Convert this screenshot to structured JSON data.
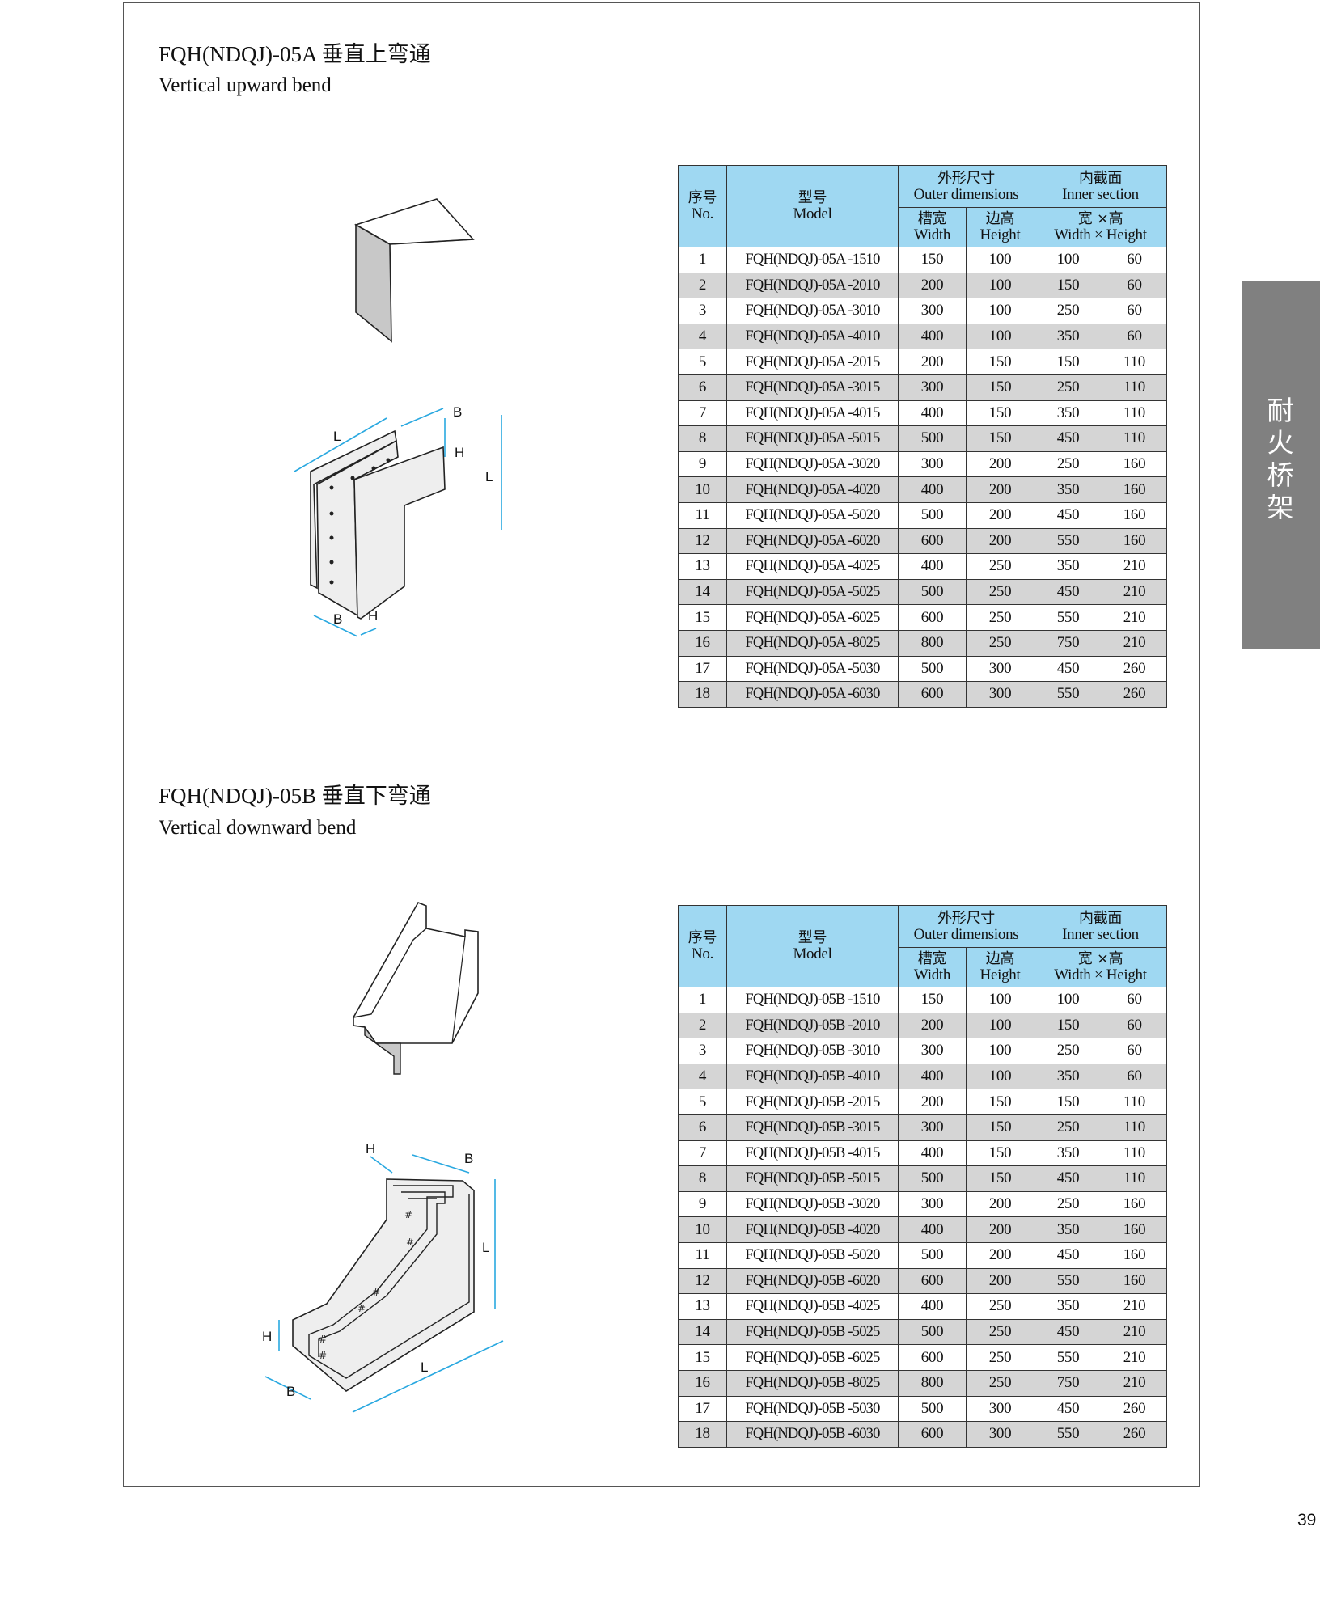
{
  "side_tab": "耐火桥架",
  "page_number": "39",
  "sections": [
    {
      "title": "FQH(NDQJ)-05A 垂直上弯通",
      "subtitle": "Vertical upward bend",
      "diagram_labels": [
        "L",
        "B",
        "H",
        "L",
        "B",
        "H"
      ]
    },
    {
      "title": "FQH(NDQJ)-05B 垂直下弯通",
      "subtitle": "Vertical downward bend",
      "diagram_labels": [
        "H",
        "B",
        "L",
        "H",
        "B",
        "L"
      ]
    }
  ],
  "table_header": {
    "no_cn": "序号",
    "no_en": "No.",
    "model_cn": "型号",
    "model_en": "Model",
    "outer_cn": "外形尺寸",
    "outer_en": "Outer dimensions",
    "width_cn": "槽宽",
    "width_en": "Width",
    "height_cn": "边高",
    "height_en": "Height",
    "inner_cn": "内截面",
    "inner_en": "Inner section",
    "wh_cn": "宽 ×高",
    "wh_en": "Width × Height"
  },
  "table_a": [
    {
      "no": "1",
      "model": "FQH(NDQJ)-05A -1510",
      "width": "150",
      "height": "100",
      "iw": "100",
      "ih": "60"
    },
    {
      "no": "2",
      "model": "FQH(NDQJ)-05A -2010",
      "width": "200",
      "height": "100",
      "iw": "150",
      "ih": "60"
    },
    {
      "no": "3",
      "model": "FQH(NDQJ)-05A -3010",
      "width": "300",
      "height": "100",
      "iw": "250",
      "ih": "60"
    },
    {
      "no": "4",
      "model": "FQH(NDQJ)-05A -4010",
      "width": "400",
      "height": "100",
      "iw": "350",
      "ih": "60"
    },
    {
      "no": "5",
      "model": "FQH(NDQJ)-05A -2015",
      "width": "200",
      "height": "150",
      "iw": "150",
      "ih": "110"
    },
    {
      "no": "6",
      "model": "FQH(NDQJ)-05A -3015",
      "width": "300",
      "height": "150",
      "iw": "250",
      "ih": "110"
    },
    {
      "no": "7",
      "model": "FQH(NDQJ)-05A -4015",
      "width": "400",
      "height": "150",
      "iw": "350",
      "ih": "110"
    },
    {
      "no": "8",
      "model": "FQH(NDQJ)-05A -5015",
      "width": "500",
      "height": "150",
      "iw": "450",
      "ih": "110"
    },
    {
      "no": "9",
      "model": "FQH(NDQJ)-05A -3020",
      "width": "300",
      "height": "200",
      "iw": "250",
      "ih": "160"
    },
    {
      "no": "10",
      "model": "FQH(NDQJ)-05A -4020",
      "width": "400",
      "height": "200",
      "iw": "350",
      "ih": "160"
    },
    {
      "no": "11",
      "model": "FQH(NDQJ)-05A -5020",
      "width": "500",
      "height": "200",
      "iw": "450",
      "ih": "160"
    },
    {
      "no": "12",
      "model": "FQH(NDQJ)-05A -6020",
      "width": "600",
      "height": "200",
      "iw": "550",
      "ih": "160"
    },
    {
      "no": "13",
      "model": "FQH(NDQJ)-05A -4025",
      "width": "400",
      "height": "250",
      "iw": "350",
      "ih": "210"
    },
    {
      "no": "14",
      "model": "FQH(NDQJ)-05A -5025",
      "width": "500",
      "height": "250",
      "iw": "450",
      "ih": "210"
    },
    {
      "no": "15",
      "model": "FQH(NDQJ)-05A -6025",
      "width": "600",
      "height": "250",
      "iw": "550",
      "ih": "210"
    },
    {
      "no": "16",
      "model": "FQH(NDQJ)-05A -8025",
      "width": "800",
      "height": "250",
      "iw": "750",
      "ih": "210"
    },
    {
      "no": "17",
      "model": "FQH(NDQJ)-05A -5030",
      "width": "500",
      "height": "300",
      "iw": "450",
      "ih": "260"
    },
    {
      "no": "18",
      "model": "FQH(NDQJ)-05A -6030",
      "width": "600",
      "height": "300",
      "iw": "550",
      "ih": "260"
    }
  ],
  "table_b": [
    {
      "no": "1",
      "model": "FQH(NDQJ)-05B -1510",
      "width": "150",
      "height": "100",
      "iw": "100",
      "ih": "60"
    },
    {
      "no": "2",
      "model": "FQH(NDQJ)-05B -2010",
      "width": "200",
      "height": "100",
      "iw": "150",
      "ih": "60"
    },
    {
      "no": "3",
      "model": "FQH(NDQJ)-05B -3010",
      "width": "300",
      "height": "100",
      "iw": "250",
      "ih": "60"
    },
    {
      "no": "4",
      "model": "FQH(NDQJ)-05B -4010",
      "width": "400",
      "height": "100",
      "iw": "350",
      "ih": "60"
    },
    {
      "no": "5",
      "model": "FQH(NDQJ)-05B -2015",
      "width": "200",
      "height": "150",
      "iw": "150",
      "ih": "110"
    },
    {
      "no": "6",
      "model": "FQH(NDQJ)-05B -3015",
      "width": "300",
      "height": "150",
      "iw": "250",
      "ih": "110"
    },
    {
      "no": "7",
      "model": "FQH(NDQJ)-05B -4015",
      "width": "400",
      "height": "150",
      "iw": "350",
      "ih": "110"
    },
    {
      "no": "8",
      "model": "FQH(NDQJ)-05B -5015",
      "width": "500",
      "height": "150",
      "iw": "450",
      "ih": "110"
    },
    {
      "no": "9",
      "model": "FQH(NDQJ)-05B -3020",
      "width": "300",
      "height": "200",
      "iw": "250",
      "ih": "160"
    },
    {
      "no": "10",
      "model": "FQH(NDQJ)-05B -4020",
      "width": "400",
      "height": "200",
      "iw": "350",
      "ih": "160"
    },
    {
      "no": "11",
      "model": "FQH(NDQJ)-05B -5020",
      "width": "500",
      "height": "200",
      "iw": "450",
      "ih": "160"
    },
    {
      "no": "12",
      "model": "FQH(NDQJ)-05B -6020",
      "width": "600",
      "height": "200",
      "iw": "550",
      "ih": "160"
    },
    {
      "no": "13",
      "model": "FQH(NDQJ)-05B -4025",
      "width": "400",
      "height": "250",
      "iw": "350",
      "ih": "210"
    },
    {
      "no": "14",
      "model": "FQH(NDQJ)-05B -5025",
      "width": "500",
      "height": "250",
      "iw": "450",
      "ih": "210"
    },
    {
      "no": "15",
      "model": "FQH(NDQJ)-05B -6025",
      "width": "600",
      "height": "250",
      "iw": "550",
      "ih": "210"
    },
    {
      "no": "16",
      "model": "FQH(NDQJ)-05B -8025",
      "width": "800",
      "height": "250",
      "iw": "750",
      "ih": "210"
    },
    {
      "no": "17",
      "model": "FQH(NDQJ)-05B -5030",
      "width": "500",
      "height": "300",
      "iw": "450",
      "ih": "260"
    },
    {
      "no": "18",
      "model": "FQH(NDQJ)-05B -6030",
      "width": "600",
      "height": "300",
      "iw": "550",
      "ih": "260"
    }
  ],
  "colors": {
    "header_bg": "#9fd8f2",
    "stripe_bg": "#d5d5d5",
    "sidebar_bg": "#808080",
    "dimension_line": "#29a8e0"
  }
}
